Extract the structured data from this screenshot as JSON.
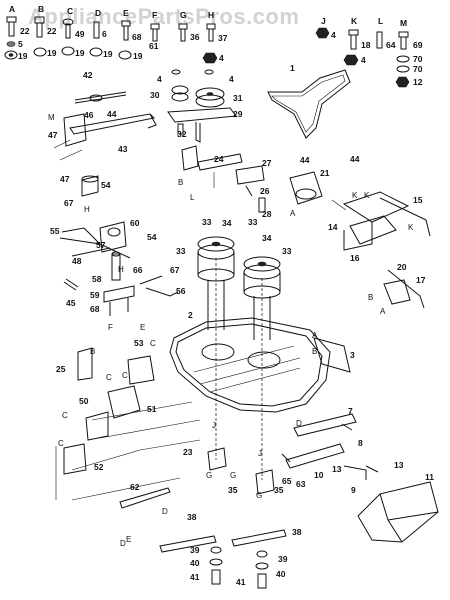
{
  "watermark": "AppliancePartsPros.com",
  "top_hardware": [
    {
      "letter": "A",
      "num": "22"
    },
    {
      "letter": "",
      "num": "5"
    },
    {
      "letter": "",
      "num": "19"
    },
    {
      "letter": "B",
      "num": "22"
    },
    {
      "letter": "",
      "num": "19"
    },
    {
      "letter": "C",
      "num": "49"
    },
    {
      "letter": "",
      "num": "19"
    },
    {
      "letter": "D",
      "num": "6"
    },
    {
      "letter": "",
      "num": "19"
    },
    {
      "letter": "E",
      "num": "68"
    },
    {
      "letter": "",
      "num": "19"
    },
    {
      "letter": "F",
      "num": "61"
    },
    {
      "letter": "G",
      "num": "36"
    },
    {
      "letter": "H",
      "num": "37"
    },
    {
      "letter": "",
      "num": "4"
    },
    {
      "letter": "J",
      "num": "4"
    },
    {
      "letter": "K",
      "num": "18"
    },
    {
      "letter": "",
      "num": "4"
    },
    {
      "letter": "L",
      "num": "64"
    },
    {
      "letter": "M",
      "num": "69"
    },
    {
      "letter": "",
      "num": "70"
    },
    {
      "letter": "",
      "num": "70"
    },
    {
      "letter": "",
      "num": "12"
    }
  ],
  "callouts": [
    "1",
    "2",
    "3",
    "4",
    "4",
    "7",
    "8",
    "9",
    "10",
    "11",
    "12",
    "13",
    "13",
    "14",
    "15",
    "16",
    "17",
    "20",
    "21",
    "23",
    "24",
    "25",
    "26",
    "27",
    "28",
    "29",
    "30",
    "31",
    "32",
    "33",
    "33",
    "33",
    "33",
    "34",
    "34",
    "35",
    "35",
    "38",
    "38",
    "39",
    "39",
    "40",
    "40",
    "41",
    "41",
    "42",
    "43",
    "44",
    "44",
    "44",
    "45",
    "46",
    "47",
    "47",
    "48",
    "50",
    "51",
    "52",
    "53",
    "54",
    "54",
    "55",
    "56",
    "57",
    "58",
    "59",
    "60",
    "62",
    "63",
    "65",
    "66",
    "67",
    "67",
    "68"
  ],
  "letter_refs": [
    "A",
    "A",
    "A",
    "B",
    "B",
    "B",
    "B",
    "C",
    "C",
    "C",
    "C",
    "C",
    "D",
    "D",
    "D",
    "E",
    "E",
    "F",
    "G",
    "G",
    "G",
    "H",
    "H",
    "J",
    "J",
    "K",
    "K",
    "K",
    "L",
    "M"
  ]
}
